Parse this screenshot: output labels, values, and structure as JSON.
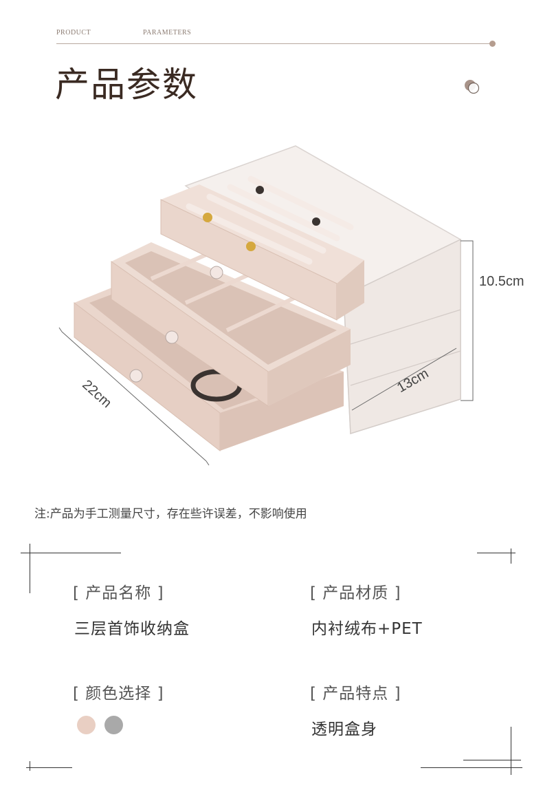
{
  "header": {
    "label_left": "PRODUCT",
    "label_right": "PARAMETERS",
    "title": "产品参数"
  },
  "dimensions": {
    "height": "10.5cm",
    "width": "13cm",
    "length": "22cm"
  },
  "note": "注:产品为手工测量尺寸，存在些许误差，不影响使用",
  "specs": {
    "name_heading": "[ 产品名称 ]",
    "name_value": "三层首饰收纳盒",
    "material_heading": "[ 产品材质 ]",
    "material_value": "内衬绒布+PET",
    "color_heading": "[ 颜色选择 ]",
    "feature_heading": "[ 产品特点 ]",
    "feature_value": "透明盒身"
  },
  "colors": {
    "swatch_pink": "#e9cfc3",
    "swatch_gray": "#a9a9a9",
    "velvet": "#ecd9d0",
    "velvet_dark": "#d9c2b6",
    "accent": "#b59d8f"
  }
}
